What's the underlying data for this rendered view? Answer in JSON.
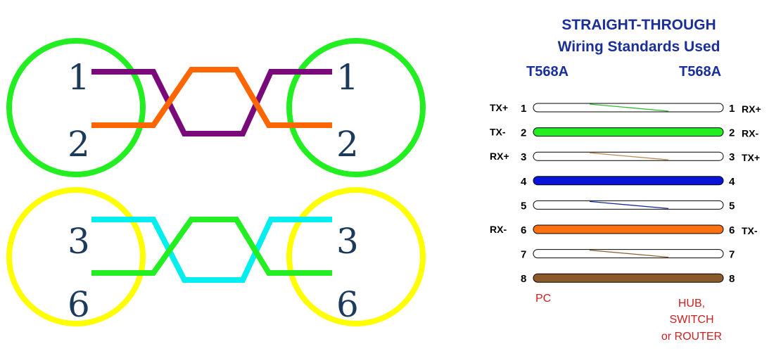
{
  "crossover": {
    "pairs": [
      {
        "ring_color": "#22ee22",
        "pins": [
          "1",
          "2"
        ],
        "wire_colors": [
          "#7a0a7a",
          "#ff6600"
        ]
      },
      {
        "ring_color": "#ffff00",
        "pins": [
          "3",
          "6"
        ],
        "wire_colors": [
          "#00eeee",
          "#22ee22"
        ]
      }
    ]
  },
  "wiring_chart": {
    "title": "STRAIGHT-THROUGH",
    "subtitle": "Wiring Standards Used",
    "standard_left": "T568A",
    "standard_right": "T568A",
    "rows": [
      {
        "left_signal": "TX+",
        "pin": "1",
        "right_signal": "RX+",
        "solid": false,
        "stripe": "#33bb33"
      },
      {
        "left_signal": "TX-",
        "pin": "2",
        "right_signal": "RX-",
        "solid": true,
        "color": "#22ee22"
      },
      {
        "left_signal": "RX+",
        "pin": "3",
        "right_signal": "TX+",
        "solid": false,
        "stripe": "#c08850"
      },
      {
        "left_signal": "",
        "pin": "4",
        "right_signal": "",
        "solid": true,
        "color": "#0a14d8"
      },
      {
        "left_signal": "",
        "pin": "5",
        "right_signal": "",
        "solid": false,
        "stripe": "#1a2aa0"
      },
      {
        "left_signal": "RX-",
        "pin": "6",
        "right_signal": "TX-",
        "solid": true,
        "color": "#ff7010"
      },
      {
        "left_signal": "",
        "pin": "7",
        "right_signal": "",
        "solid": false,
        "stripe": "#8a6030"
      },
      {
        "left_signal": "",
        "pin": "8",
        "right_signal": "",
        "solid": true,
        "color": "#8b5a2b"
      }
    ],
    "left_device": "PC",
    "right_device_lines": [
      "HUB,",
      "SWITCH",
      "or ROUTER"
    ]
  }
}
